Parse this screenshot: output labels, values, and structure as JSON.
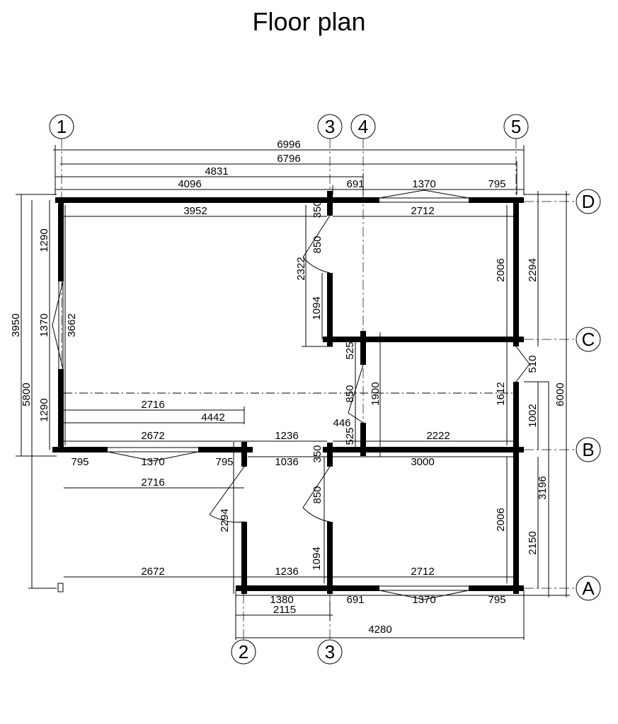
{
  "title": "Floor plan",
  "axes": {
    "a1": "1",
    "a2": "2",
    "a3_top": "3",
    "a3_bottom": "3",
    "a4": "4",
    "a5": "5",
    "aA": "A",
    "aB": "B",
    "aC": "C",
    "aD": "D"
  },
  "dims": {
    "d6996": "6996",
    "d6796": "6796",
    "d4831": "4831",
    "d4096": "4096",
    "d691_top": "691",
    "d1370_top": "1370",
    "d795_top": "795",
    "d3952": "3952",
    "d2712_top": "2712",
    "d350_top": "350",
    "d850_top": "850",
    "d2322": "2322",
    "d1094_top": "1094",
    "d525_a": "525",
    "d850_mid": "850",
    "d1900": "1900",
    "d446": "446",
    "d525_b": "525",
    "d2222": "2222",
    "d1290_a": "1290",
    "d1370_left": "1370",
    "d3662": "3662",
    "d3950": "3950",
    "d5800": "5800",
    "d1290_b": "1290",
    "d2716_a": "2716",
    "d4442": "4442",
    "d2672_a": "2672",
    "d1236_a": "1236",
    "d795_bl": "795",
    "d1370_bl": "1370",
    "d795_bm": "795",
    "d1036": "1036",
    "d350_bot": "350",
    "d3000": "3000",
    "d2716_b": "2716",
    "d850_bot": "850",
    "d2294_left": "2294",
    "d1094_bot": "1094",
    "d2672_b": "2672",
    "d1236_b": "1236",
    "d2712_bot": "2712",
    "d2006_top": "2006",
    "d2294_right": "2294",
    "d510": "510",
    "d1612": "1612",
    "d1002": "1002",
    "d6000": "6000",
    "d2006_bot": "2006",
    "d2150": "2150",
    "d3196": "3196",
    "d1380": "1380",
    "d691_bot": "691",
    "d1370_bot": "1370",
    "d795_bot": "795",
    "d2115": "2115",
    "d4280": "4280"
  }
}
